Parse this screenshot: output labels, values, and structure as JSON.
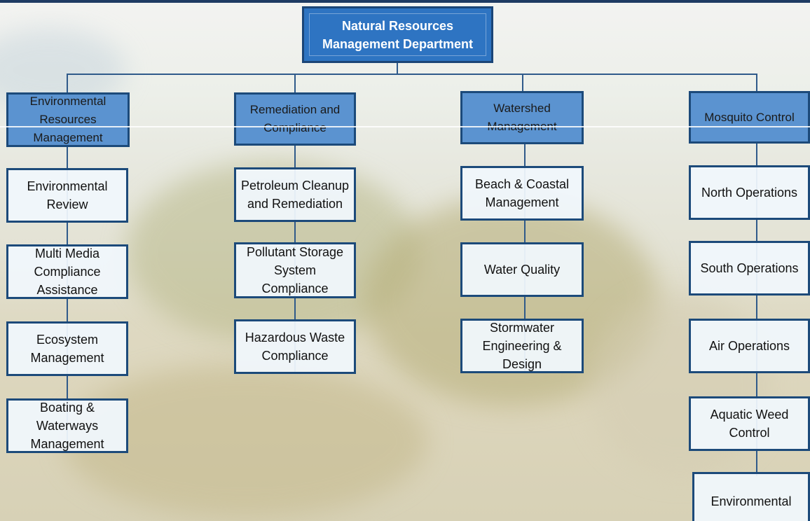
{
  "root": {
    "label_line1": "Natural Resources",
    "label_line2": "Management Department"
  },
  "divisions": [
    {
      "label": "Environmental Resources Management",
      "units": [
        "Environmental Review",
        "Multi Media Compliance Assistance",
        "Ecosystem Management",
        "Boating & Waterways Management"
      ]
    },
    {
      "label": "Remediation and Compliance",
      "units": [
        "Petroleum Cleanup and Remediation",
        "Pollutant Storage System Compliance",
        "Hazardous Waste Compliance"
      ]
    },
    {
      "label": "Watershed Management",
      "units": [
        "Beach & Coastal Management",
        "Water Quality",
        "Stormwater Engineering & Design"
      ]
    },
    {
      "label": "Mosquito Control",
      "units": [
        "North Operations",
        "South Operations",
        "Air Operations",
        "Aquatic Weed Control",
        "Environmental"
      ]
    }
  ],
  "colors": {
    "root_fill": "#2e74c2",
    "division_fill": "#5b93d0",
    "unit_fill": "#f0f7fc",
    "border": "#1c4a7a",
    "connector": "#2f5a8a"
  }
}
